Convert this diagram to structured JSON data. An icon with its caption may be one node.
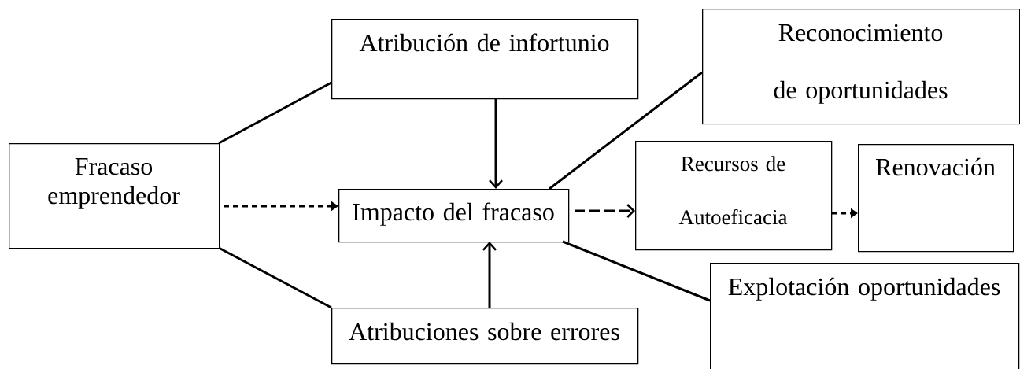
{
  "diagram": {
    "nodes": [
      {
        "text": [
          "Fracaso emprendedor"
        ]
      },
      {
        "text": [
          "Atribución de infortunio"
        ]
      },
      {
        "text": [
          "Impacto del fracaso"
        ]
      },
      {
        "text": [
          "Atribuciones sobre errores"
        ]
      },
      {
        "text": [
          "Reconocimiento de oportunidades"
        ]
      },
      {
        "text": [
          "Recursos de Autoeficacia"
        ]
      },
      {
        "text": [
          "Renovación"
        ]
      },
      {
        "text": [
          "Explotación oportunidades"
        ]
      }
    ],
    "edges": [
      {
        "from": 0,
        "to": 1,
        "arrow": "none"
      },
      {
        "from": 0,
        "to": 2,
        "arrow": "to",
        "style": "dashed"
      },
      {
        "from": 1,
        "to": 2,
        "arrow": "to"
      },
      {
        "from": 3,
        "to": 2,
        "arrow": "to"
      },
      {
        "from": 0,
        "to": 3,
        "arrow": "none"
      },
      {
        "from": 2,
        "to": 4,
        "arrow": "none"
      },
      {
        "from": 2,
        "to": 7,
        "arrow": "none"
      },
      {
        "from": 2,
        "to": 5,
        "arrow": "to",
        "style": "dashed"
      },
      {
        "from": 5,
        "to": 6,
        "arrow": "to",
        "style": "dashed"
      }
    ]
  }
}
